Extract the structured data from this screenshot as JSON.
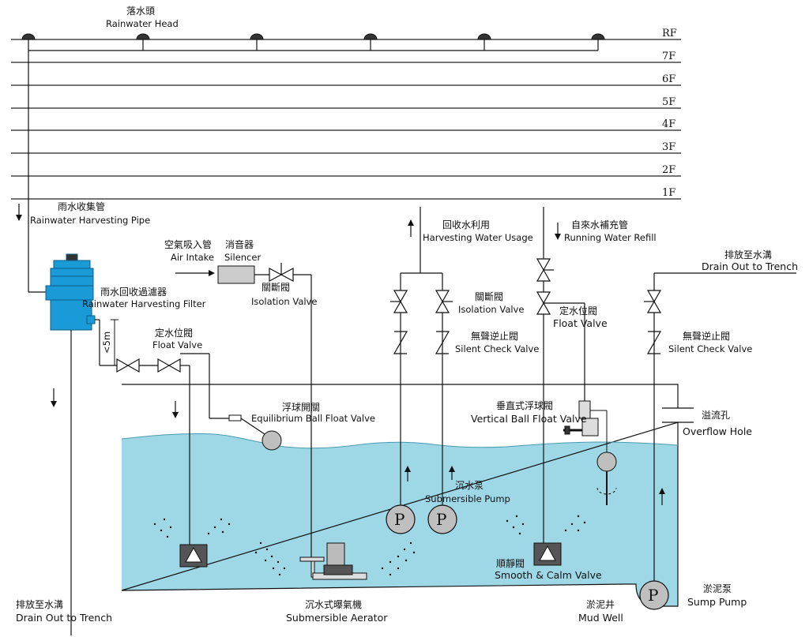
{
  "floors": [
    "RF",
    "7F",
    "6F",
    "5F",
    "4F",
    "3F",
    "2F",
    "1F"
  ],
  "labels": {
    "rain_head": {
      "zh": "落水頭",
      "en": "Rainwater Head"
    },
    "harvest_pipe": {
      "zh": "雨水收集管",
      "en": "Rainwater Harvesting Pipe"
    },
    "air_intake": {
      "zh": "空氣吸入管",
      "en": "Air Intake"
    },
    "silencer": {
      "zh": "消音器",
      "en": "Silencer"
    },
    "isolation_valve_1": {
      "zh": "關斷閥",
      "en": "Isolation Valve"
    },
    "harvest_filter": {
      "zh": "雨水回收過濾器",
      "en": "Rainwater Harvesting Filter"
    },
    "float_valve_1": {
      "zh": "定水位閥",
      "en": "Float Valve"
    },
    "height": "<5m",
    "ball_float": {
      "zh": "浮球開關",
      "en": "Equilibrium Ball Float Valve"
    },
    "water_usage": {
      "zh": "回收水利用",
      "en": "Harvesting Water Usage"
    },
    "isolation_valve_2": {
      "zh": "關斷閥",
      "en": "Isolation Valve"
    },
    "check_valve_1": {
      "zh": "無聲逆止閥",
      "en": "Silent Check Valve"
    },
    "water_refill": {
      "zh": "自來水補充管",
      "en": "Running Water Refill"
    },
    "float_valve_2": {
      "zh": "定水位閥",
      "en": "Float Valve"
    },
    "vertical_float": {
      "zh": "垂直式浮球閥",
      "en": "Vertical Ball Float Valve"
    },
    "drain_top": {
      "zh": "排放至水溝",
      "en": "Drain Out to Trench"
    },
    "check_valve_2": {
      "zh": "無聲逆止閥",
      "en": "Silent Check Valve"
    },
    "overflow": {
      "zh": "溢流孔",
      "en": "Overflow Hole"
    },
    "submersible_pump": {
      "zh": "沉水泵",
      "en": "Submersible Pump"
    },
    "smooth_calm": {
      "zh": "順靜閥",
      "en": "Smooth & Calm Valve"
    },
    "drain_bottom": {
      "zh": "排放至水溝",
      "en": "Drain Out to Trench"
    },
    "aerator": {
      "zh": "沉水式曝氣機",
      "en": "Submersible Aerator"
    },
    "mud_well": {
      "zh": "淤泥井",
      "en": "Mud Well"
    },
    "sump_pump": {
      "zh": "淤泥泵",
      "en": "Sump Pump"
    },
    "pump_symbol": "P"
  },
  "colors": {
    "water": "#9ed8e6",
    "filter": "#1a9bd7",
    "line": "#1a1a1a"
  }
}
